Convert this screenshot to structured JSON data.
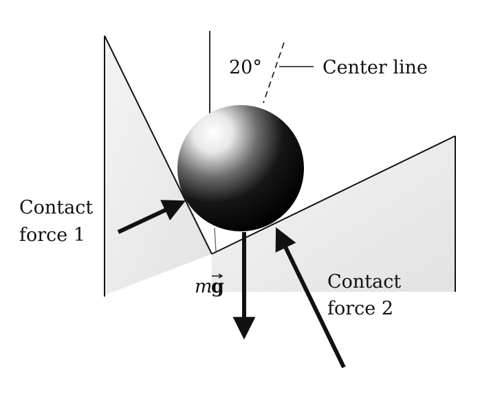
{
  "figure": {
    "angle_label": "20°",
    "center_line_label": "Center line",
    "contact_force_1": {
      "line1": "Contact",
      "line2": "force 1"
    },
    "contact_force_2": {
      "line1": "Contact",
      "line2": "force 2"
    },
    "weight_label": {
      "m": "m",
      "g": "g"
    }
  }
}
